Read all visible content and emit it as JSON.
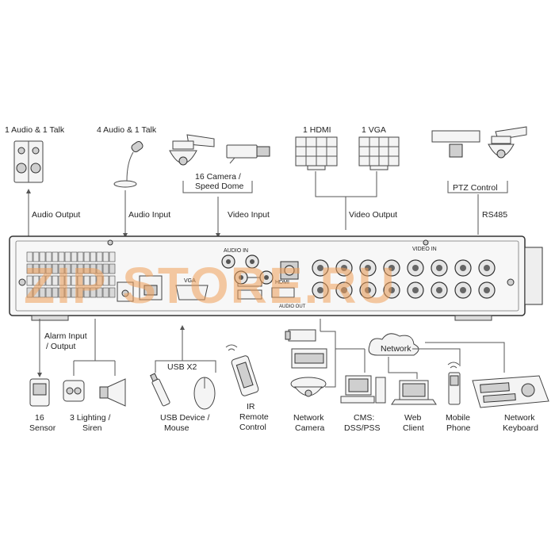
{
  "top_labels": {
    "audio1": "1 Audio  & 1 Talk",
    "audio4": "4 Audio & 1 Talk",
    "camera": [
      "16  Camera /",
      "Speed Dome"
    ],
    "hdmi": "1 HDMI",
    "vga": "1 VGA",
    "ptz": "PTZ Control"
  },
  "top_ports": {
    "audio_output": "Audio Output",
    "audio_input": "Audio  Input",
    "video_input": "Video Input",
    "video_output": "Video Output",
    "rs485": "RS485"
  },
  "panel": {
    "audio_in": "AUDIO IN",
    "video_in": "VIDEO IN",
    "vga": "VGA",
    "hdmi": "HDMI",
    "audio_out": "AUDIO OUT",
    "watermark": "ZIP STORE.RU"
  },
  "bottom_labels": {
    "alarm": [
      "Alarm Input",
      "/ Output"
    ],
    "sensor": [
      "16",
      "Sensor"
    ],
    "lighting": [
      "3 Lighting /",
      "Siren"
    ],
    "usb_x2": "USB X2",
    "usb_device": [
      "USB Device /",
      "Mouse"
    ],
    "ir": [
      "IR",
      "Remote",
      "Control"
    ],
    "network_camera": [
      "Network",
      "Camera"
    ],
    "network": "Network",
    "cms": [
      "CMS:",
      "DSS/PSS"
    ],
    "web": [
      "Web",
      "Client"
    ],
    "mobile": [
      "Mobile",
      "Phone"
    ],
    "keyboard": [
      "Network",
      "Keyboard"
    ]
  }
}
